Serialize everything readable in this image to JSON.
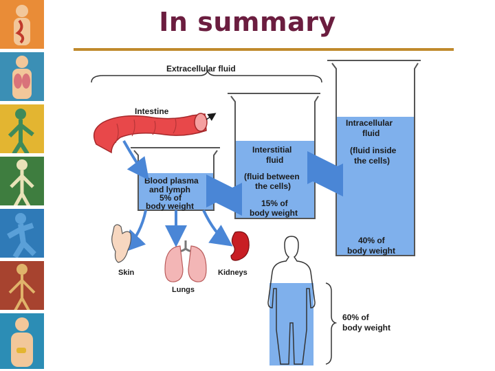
{
  "title": "In summary",
  "sidebar_panels": [
    {
      "icon": "digestive-system-icon",
      "color": "#e98c37"
    },
    {
      "icon": "respiratory-system-icon",
      "color": "#3b8fb5"
    },
    {
      "icon": "circulatory-system-icon",
      "color": "#e3b531"
    },
    {
      "icon": "skeletal-system-icon",
      "color": "#3e7d3f"
    },
    {
      "icon": "muscular-system-icon",
      "color": "#2f7ab7"
    },
    {
      "icon": "nervous-system-icon",
      "color": "#a7432f"
    },
    {
      "icon": "endocrine-system-icon",
      "color": "#2c8db5"
    }
  ],
  "diagram": {
    "extracellular_label": "Extracellular fluid",
    "intestine_label": "Intestine",
    "plasma_label": [
      "Blood plasma",
      "and lymph",
      "5% of",
      "body weight"
    ],
    "interstitial_label": [
      "Interstitial",
      "fluid"
    ],
    "interstitial_desc": [
      "(fluid between",
      "the cells)"
    ],
    "interstitial_pct": [
      "15% of",
      "body weight"
    ],
    "intracellular_label": [
      "Intracellular",
      "fluid"
    ],
    "intracellular_desc": [
      "(fluid inside",
      "the cells)"
    ],
    "intracellular_pct": [
      "40% of",
      "body weight"
    ],
    "skin_label": "Skin",
    "lungs_label": "Lungs",
    "kidneys_label": "Kidneys",
    "body_pct": [
      "60% of",
      "body weight"
    ]
  },
  "colors": {
    "title": "#6b1d3f",
    "rule": "#c08a2c",
    "fluid": "#7fb0ec",
    "fluid_light": "#b9d4f3",
    "arrow": "#4a86d6",
    "intestine": "#e8484a",
    "kidney": "#c81e24"
  }
}
